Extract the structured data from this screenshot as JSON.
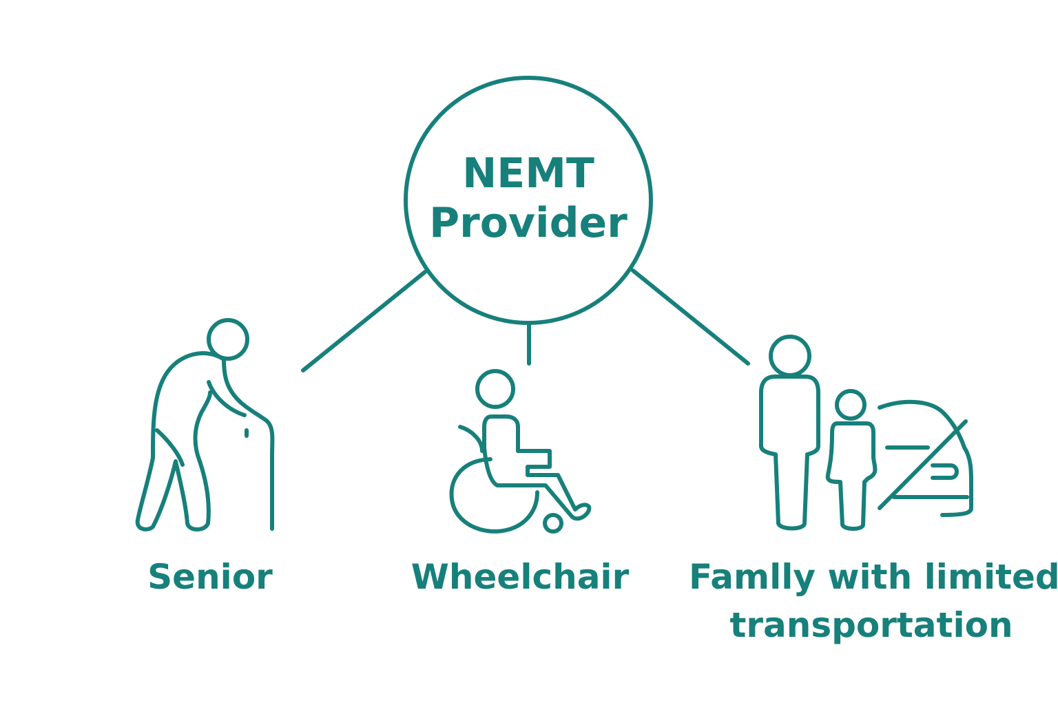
{
  "center": {
    "line1": "NEMT",
    "line2": "Provider"
  },
  "nodes": [
    {
      "label": "Senior",
      "icon": "senior-with-cane-icon"
    },
    {
      "label": "Wheelchair",
      "icon": "wheelchair-user-icon"
    },
    {
      "label_line1": "Famlly with limited",
      "label_line2": "transportation",
      "icon": "family-car-icon"
    }
  ],
  "colors": {
    "accent": "#17807b",
    "background": "#ffffff"
  }
}
